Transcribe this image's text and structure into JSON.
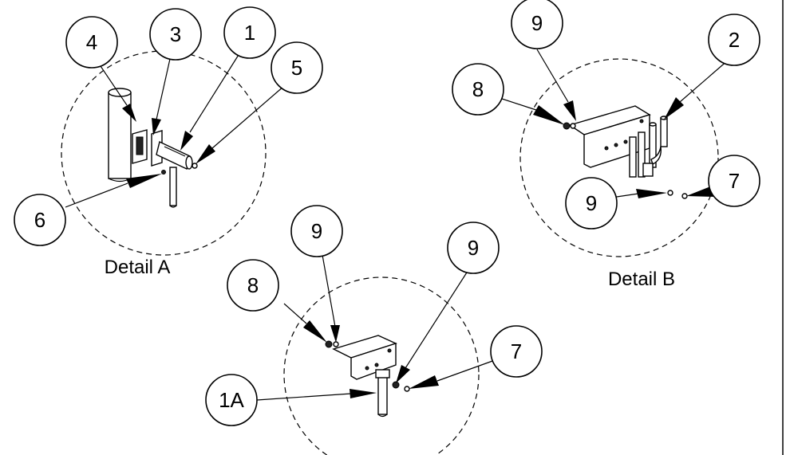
{
  "details": [
    {
      "id": "detail-a",
      "label": "Detail A"
    },
    {
      "id": "detail-b",
      "label": "Detail B"
    }
  ],
  "balloons": [
    {
      "id": "a-4",
      "label": "4"
    },
    {
      "id": "a-3",
      "label": "3"
    },
    {
      "id": "a-1",
      "label": "1"
    },
    {
      "id": "a-5",
      "label": "5"
    },
    {
      "id": "a-6",
      "label": "6"
    },
    {
      "id": "b-9-top",
      "label": "9"
    },
    {
      "id": "b-2",
      "label": "2"
    },
    {
      "id": "b-8",
      "label": "8"
    },
    {
      "id": "b-9-bottom",
      "label": "9"
    },
    {
      "id": "b-7",
      "label": "7"
    },
    {
      "id": "c-9-left",
      "label": "9"
    },
    {
      "id": "c-9-right",
      "label": "9"
    },
    {
      "id": "c-8",
      "label": "8"
    },
    {
      "id": "c-7",
      "label": "7"
    },
    {
      "id": "c-1a",
      "label": "1A"
    }
  ]
}
